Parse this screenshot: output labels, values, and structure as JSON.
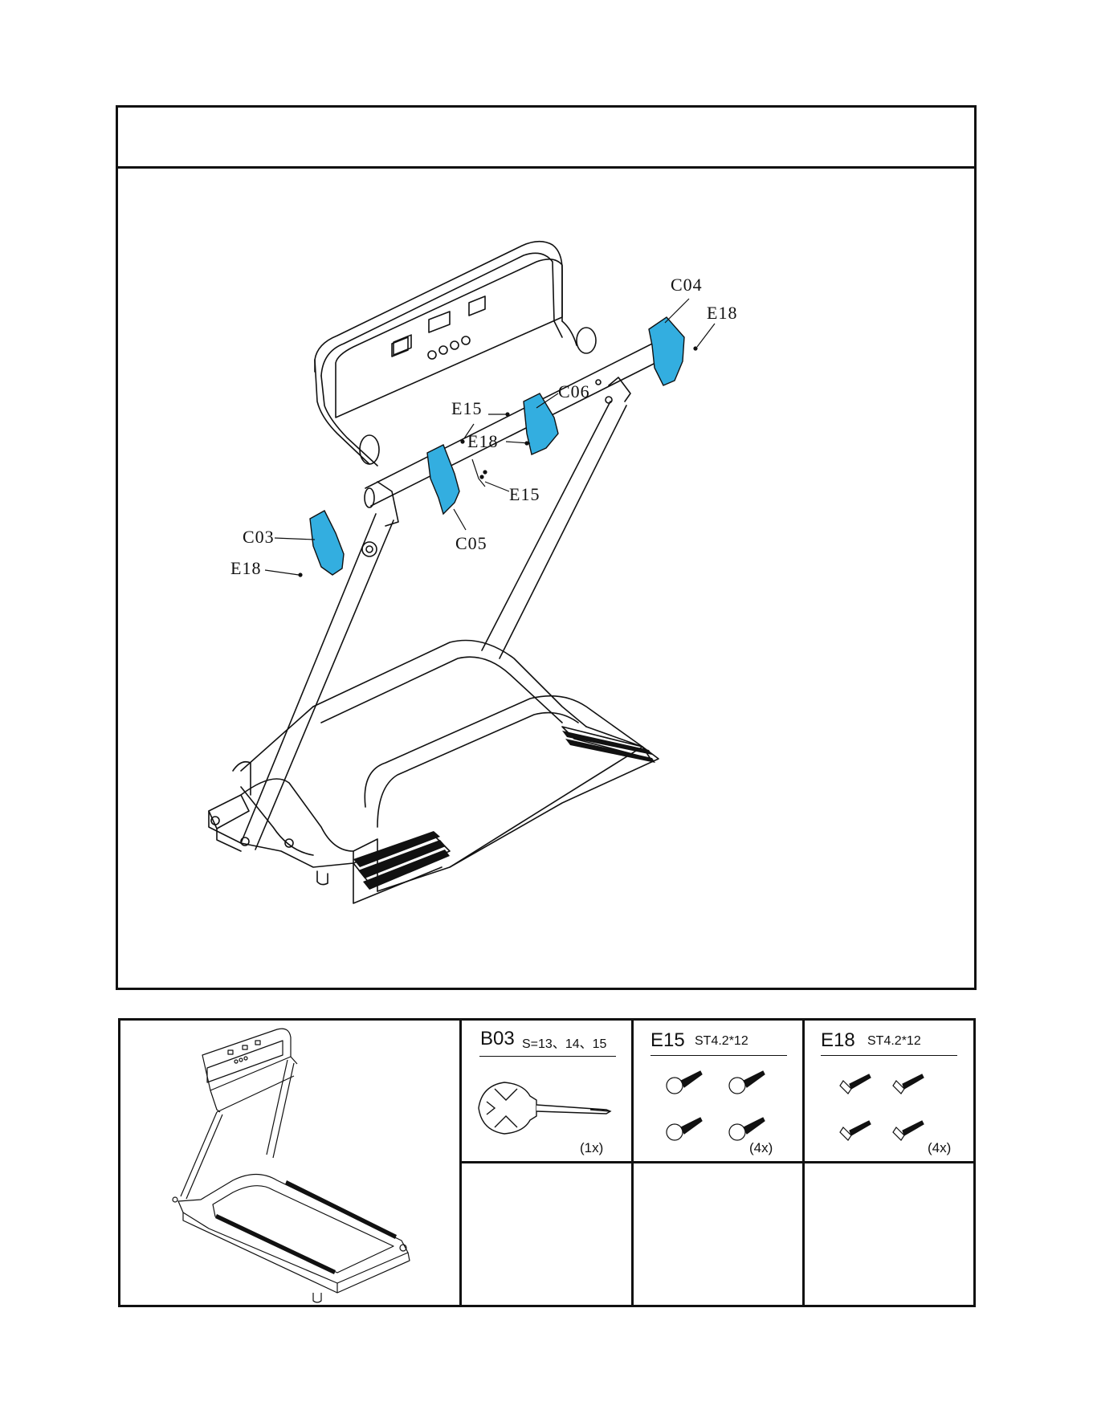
{
  "colors": {
    "part_highlight": "#33aee0",
    "line": "#111111"
  },
  "callouts": {
    "c04": "C04",
    "e18_right": "E18",
    "c06": "C06",
    "e15_top": "E15",
    "e18_mid": "E18",
    "e15_lower": "E15",
    "c03": "C03",
    "c05": "C05",
    "e18_left": "E18"
  },
  "hardware": [
    {
      "code": "B03",
      "spec": "S=13、14、15",
      "qty": "(1x)",
      "icon": "multi-wrench-screwdriver"
    },
    {
      "code": "E15",
      "spec": "ST4.2*12",
      "qty": "(4x)",
      "icon": "pan-head-screw"
    },
    {
      "code": "E18",
      "spec": "ST4.2*12",
      "qty": "(4x)",
      "icon": "flange-head-screw"
    }
  ]
}
